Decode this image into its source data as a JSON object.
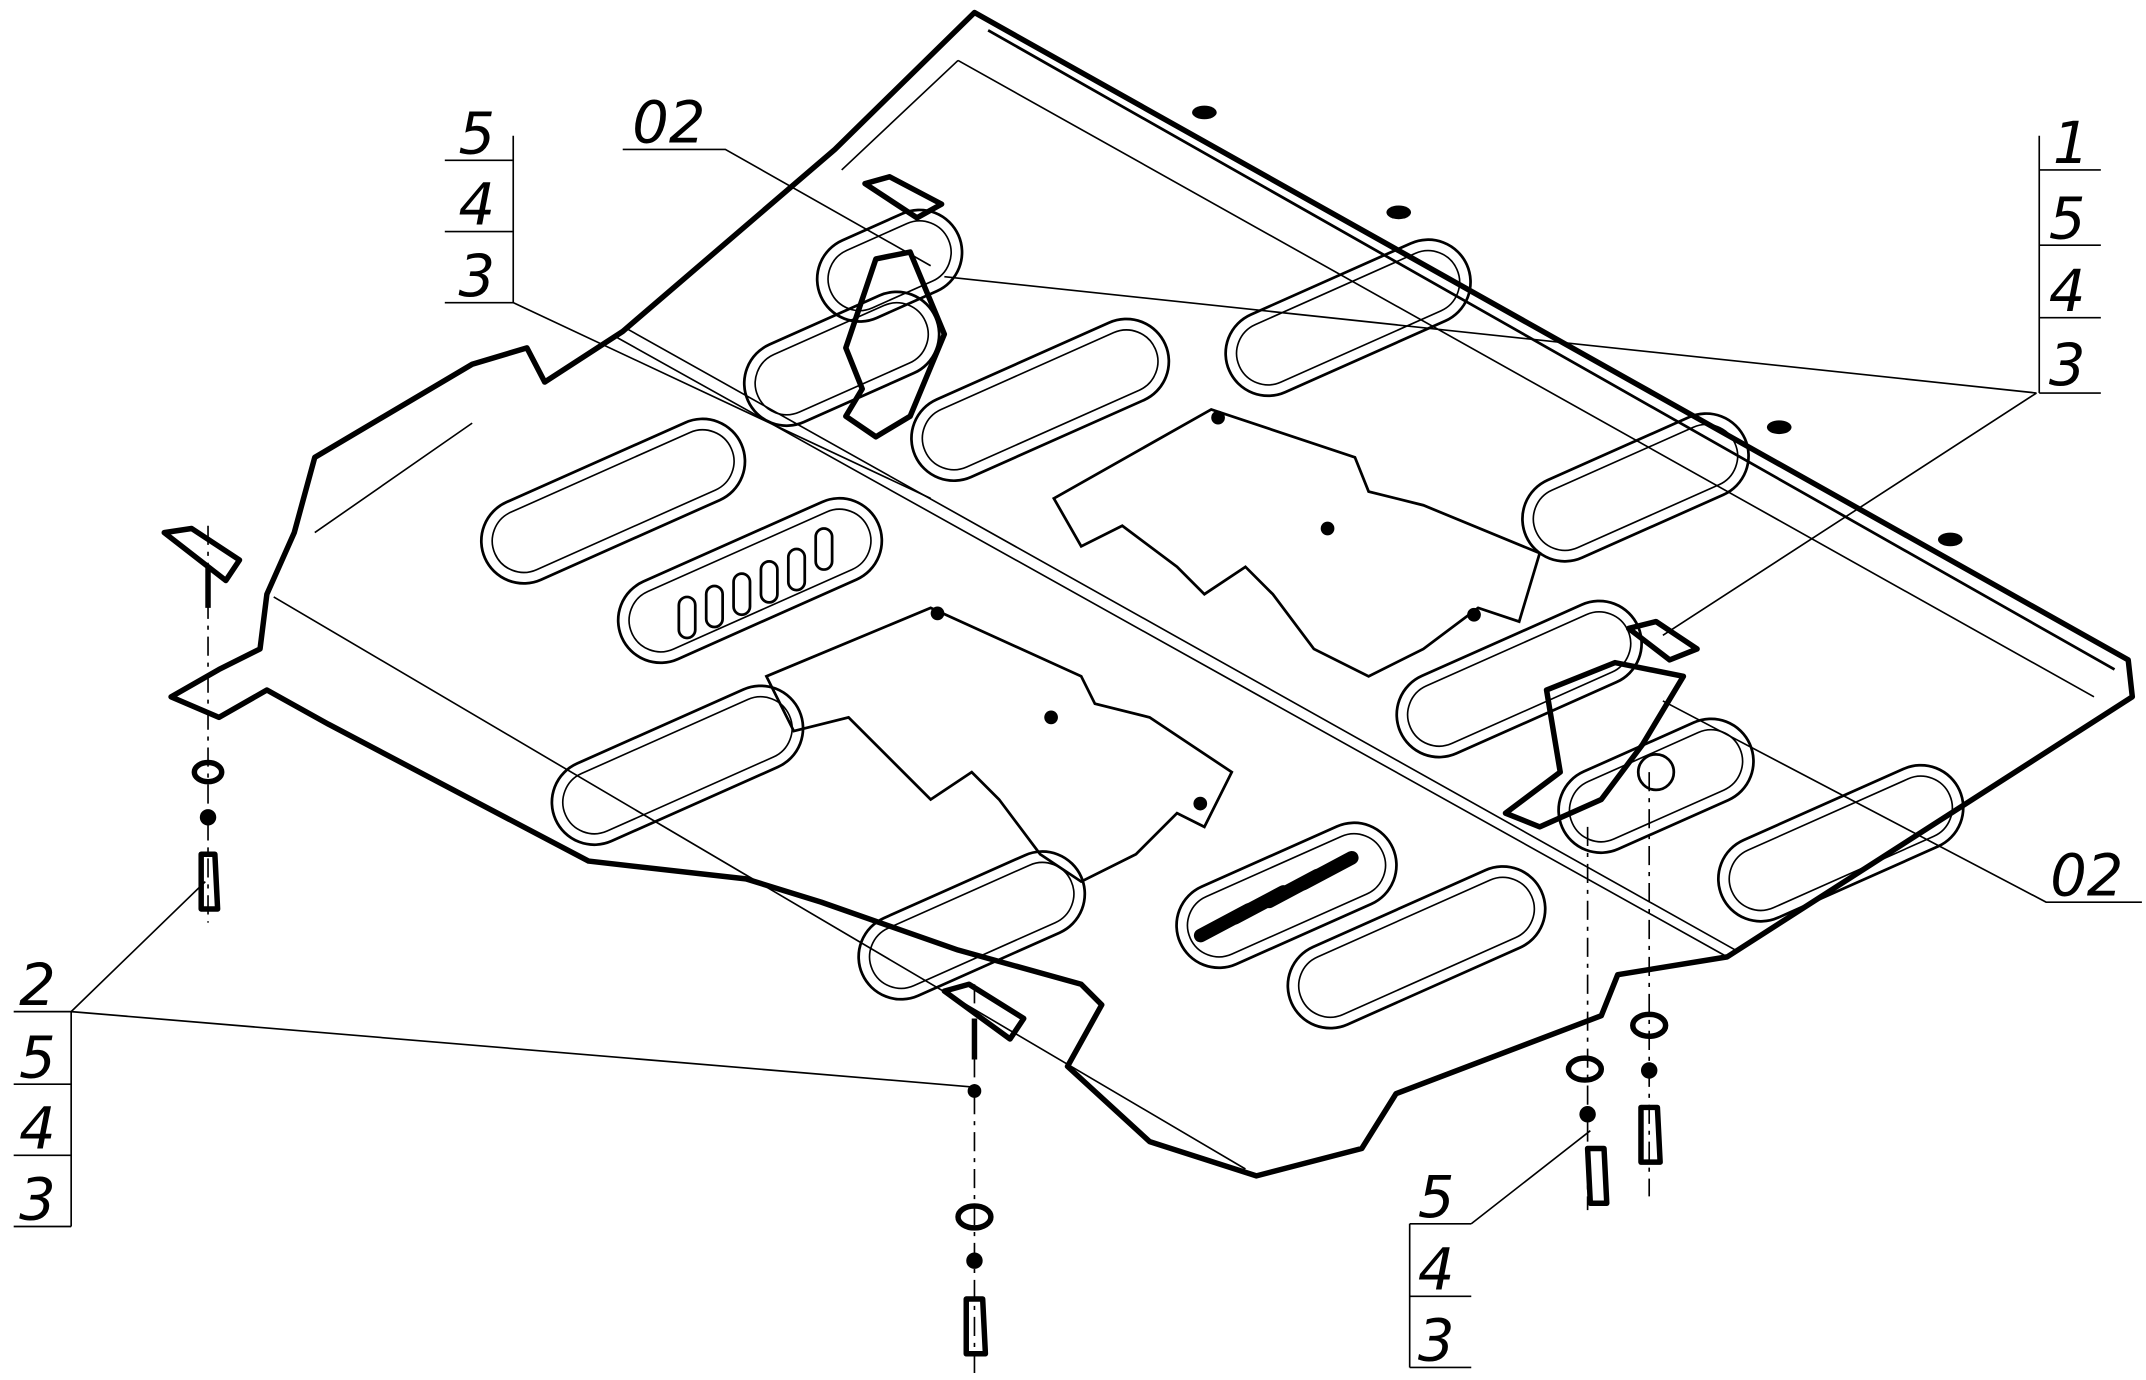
{
  "diagram": {
    "type": "exploded assembly drawing",
    "callouts": {
      "top_left_stack": [
        "5",
        "4",
        "3"
      ],
      "top_bracket": "02",
      "right_stack": [
        "1",
        "5",
        "4",
        "3"
      ],
      "right_bracket": "02",
      "bottom_left_stack": [
        "2",
        "5",
        "4",
        "3"
      ],
      "bottom_right_stack": [
        "5",
        "4",
        "3"
      ]
    }
  }
}
